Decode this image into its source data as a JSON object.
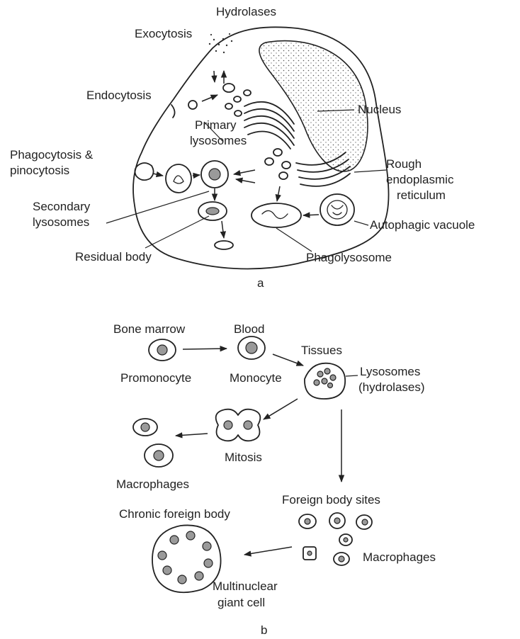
{
  "panel_a": {
    "letter": "a",
    "labels": {
      "hydrolases": "Hydrolases",
      "exocytosis": "Exocytosis",
      "endocytosis": "Endocytosis",
      "nucleus": "Nucleus",
      "primary_lysosomes_1": "Primary",
      "primary_lysosomes_2": "lysosomes",
      "phagocytosis_1": "Phagocytosis &",
      "phagocytosis_2": "pinocytosis",
      "rough_er_1": "Rough",
      "rough_er_2": "endoplasmic",
      "rough_er_3": "reticulum",
      "secondary_1": "Secondary",
      "secondary_2": "lysosomes",
      "autophagic_vacuole": "Autophagic vacuole",
      "residual_body": "Residual body",
      "phagolysosome": "Phagolysosome"
    }
  },
  "panel_b": {
    "letter": "b",
    "labels": {
      "bone_marrow": "Bone marrow",
      "blood": "Blood",
      "tissues": "Tissues",
      "promonocyte": "Promonocyte",
      "monocyte": "Monocyte",
      "lysosomes_1": "Lysosomes",
      "lysosomes_2": "(hydrolases)",
      "mitosis": "Mitosis",
      "macrophages_left": "Macrophages",
      "foreign_body_sites": "Foreign body sites",
      "chronic_foreign_body": "Chronic foreign body",
      "macrophages_right": "Macrophages",
      "multinuclear_1": "Multinuclear",
      "multinuclear_2": "giant cell"
    }
  }
}
